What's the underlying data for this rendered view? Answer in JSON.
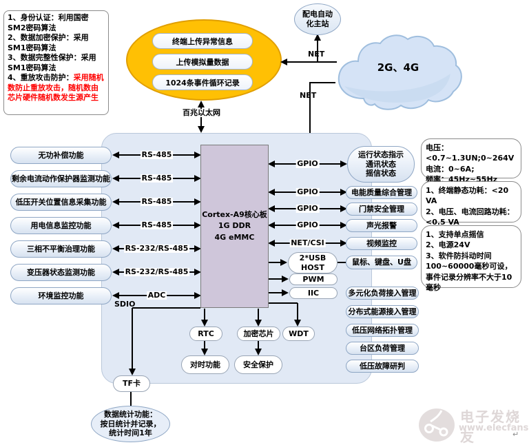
{
  "security_note": {
    "black_text": "1、身份认证：利用国密SM2密码算法\n2、数据加密保护：采用SM1密码算法\n3、数据完整性保护：采用SM1密码算法\n4、重放攻击防护：",
    "red_text": "采用随机数防止重放攻击，随机数由芯片硬件随机数发生源产生"
  },
  "upload_group": {
    "items": [
      "终端上传异常信息",
      "上传模拟量数据",
      "1024条事件循环记录"
    ]
  },
  "network": {
    "ethernet_label": "百兆以太网",
    "net_label_1": "NET",
    "net_label_2": "NET",
    "master_station": "配电自动\n化主站",
    "cloud_label": "2G、4G"
  },
  "core_board": {
    "title": "Cortex-A9核心板\n1G DDR\n4G eMMC"
  },
  "left_modules": [
    {
      "label": "无功补偿功能",
      "bus": "RS-485"
    },
    {
      "label": "剩余电流动作保护器监测功能",
      "bus": "RS-485"
    },
    {
      "label": "低压开关位置信息采集功能",
      "bus": "RS-485"
    },
    {
      "label": "用电信息监控功能",
      "bus": "RS-485"
    },
    {
      "label": "三相不平衡治理功能",
      "bus": "RS-232/RS-485"
    },
    {
      "label": "变压器状态监测功能",
      "bus": "RS-232/RS-485"
    },
    {
      "label": "环境监控功能",
      "bus": "ADC"
    }
  ],
  "right_modules": [
    {
      "bus": "GPIO",
      "label": "运行状态指示\n通讯状态\n摇信状态"
    },
    {
      "bus": "GPIO",
      "label": "电能质量综合管理"
    },
    {
      "bus": "GPIO",
      "label": "门禁安全管理"
    },
    {
      "bus": "GPIO",
      "label": "声光报警"
    },
    {
      "bus": "NET/CSI",
      "label": "视频监控"
    }
  ],
  "peripherals": {
    "usb": "2*USB\nHOST",
    "pwm": "PWM",
    "iic": "IIC",
    "usb_target": "鼠标、键盘、U盘"
  },
  "right_extra": [
    "多元化负荷接入管理",
    "分布式能源接入管理",
    "低压网络拓扑管理",
    "台区负荷管理",
    "低压故障研判"
  ],
  "info_boxes": [
    {
      "text": "电压：<0.7~1.3UN;0~264V\n电流：0~6A;\n频率：45Hz~55Hz"
    },
    {
      "text": "1、终端静态功耗：<20 VA\n2、电压、电流回路功耗：<0.5 VA"
    },
    {
      "text": "1、支持单点摇信\n2、电源24V\n3、软件防抖动时间100~60000毫秒可设，事件记录分辨率不大于10毫秒"
    }
  ],
  "bottom": {
    "sdio_label": "SDIO",
    "rtc": "RTC",
    "crypto": "加密芯片",
    "wdt": "WDT",
    "time_sync": "对时功能",
    "security": "安全保护",
    "tf_card": "TF卡",
    "stats": "数据统计功能：\n按日统计并记录，\n统计时间1年"
  },
  "watermark": {
    "brand": "电子发烧友",
    "url": "www.elecfans.com",
    "return_mark": "↵"
  },
  "colors": {
    "orange": "#ffc000",
    "container_bg": "#e1e9f5",
    "core_board_bg": "#cfc6da",
    "cloud_bg": "#d6e3f5",
    "red_text": "#ff0000"
  }
}
